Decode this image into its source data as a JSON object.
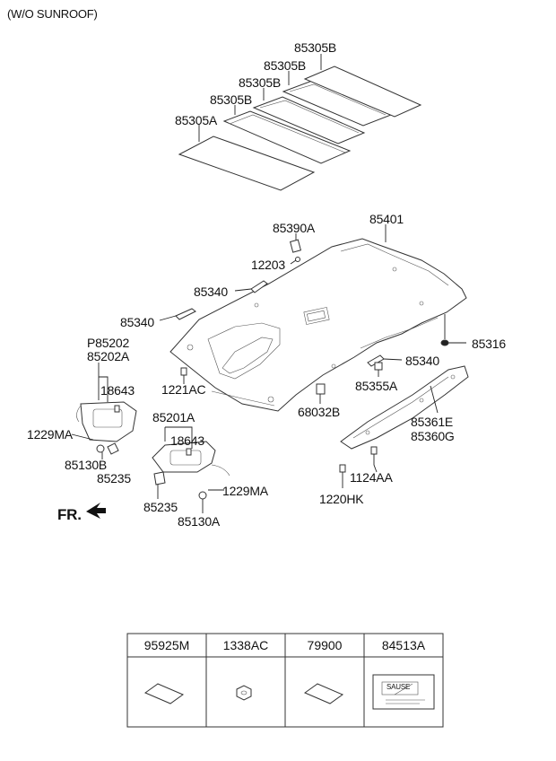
{
  "header": {
    "note": "(W/O SUNROOF)"
  },
  "labels": {
    "pad_b1": "85305B",
    "pad_b2": "85305B",
    "pad_b3": "85305B",
    "pad_b4": "85305B",
    "pad_a": "85305A",
    "headliner": "85401",
    "clip_85390a": "85390A",
    "screw_12203": "12203",
    "handle_85340_upper": "85340",
    "handle_85340_left": "85340",
    "handle_85340_right": "85340",
    "p85202": "P85202",
    "visor_85202a": "85202A",
    "lamp_18643_left": "18643",
    "bolt_1221ac": "1221AC",
    "harness_1229ma_left": "1229MA",
    "holder_85130b": "85130B",
    "bracket_85235_left": "85235",
    "visor_85201a": "85201A",
    "lamp_18643_right": "18643",
    "harness_1229ma_right": "1229MA",
    "bracket_85235_right": "85235",
    "holder_85130a": "85130A",
    "fastener_68032b": "68032B",
    "cap_85355a": "85355A",
    "clip_85316": "85316",
    "trim_85361e": "85361E",
    "trim_85360g": "85360G",
    "screw_1124aa": "1124AA",
    "screw_1220hk": "1220HK",
    "front_indicator": "FR."
  },
  "parts_table": {
    "columns": [
      "95925M",
      "1338AC",
      "79900",
      "84513A"
    ],
    "icons": [
      "pad-icon",
      "nut-icon",
      "pad-icon",
      "label-icon"
    ],
    "label_text": "SAUSE"
  }
}
